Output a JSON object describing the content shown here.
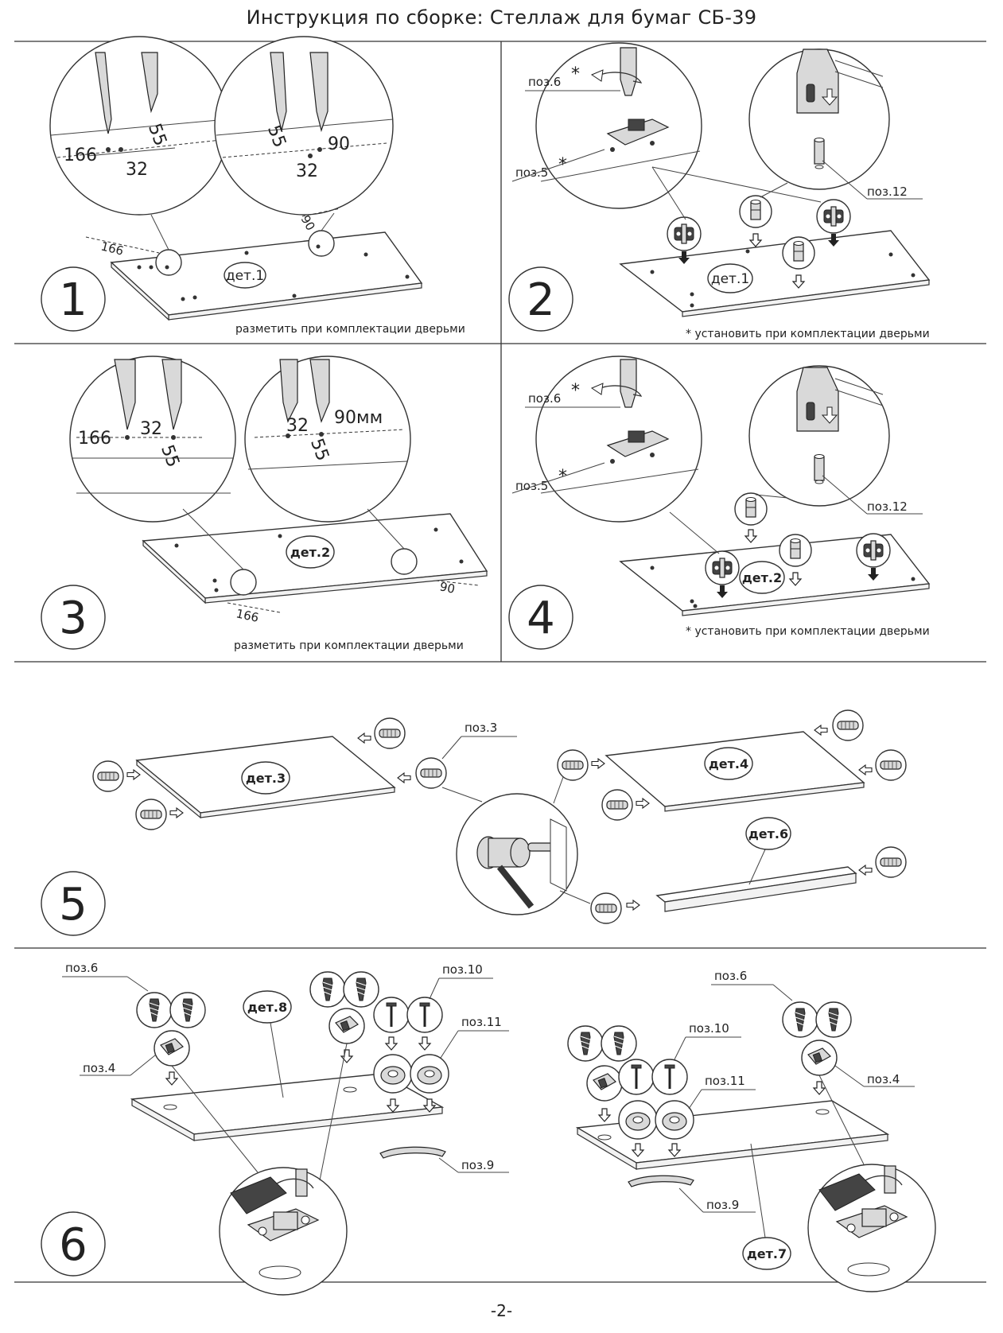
{
  "header": {
    "title": "Инструкция по сборке: Стеллаж для бумаг  СБ-39"
  },
  "footer": {
    "page_number": "-2-"
  },
  "steps": {
    "s1": {
      "number": "1",
      "part": "дет.1",
      "note": "разметить при комплектации дверьми",
      "dim_166": "166",
      "dim_32a": "32",
      "dim_55a": "55",
      "dim_55b": "55",
      "dim_90": "90",
      "dim_32b": "32",
      "panel_dim_166": "166",
      "panel_dim_90": "90"
    },
    "s2": {
      "number": "2",
      "part": "дет.1",
      "pos6": "поз.6",
      "pos5": "поз.5",
      "pos12": "поз.12",
      "asterisk": "*",
      "note": "* установить при комплектации дверьми"
    },
    "s3": {
      "number": "3",
      "part": "дет.2",
      "note": "разметить при комплектации дверьми",
      "dim_166": "166",
      "dim_32a": "32",
      "dim_55a": "55",
      "dim_32b": "32",
      "dim_90": "90мм",
      "dim_55b": "55",
      "panel_dim_166": "166",
      "panel_dim_90": "90"
    },
    "s4": {
      "number": "4",
      "part": "дет.2",
      "pos6": "поз.6",
      "pos5": "поз.5",
      "pos12": "поз.12",
      "asterisk": "*",
      "note": "* установить при комплектации дверьми"
    },
    "s5": {
      "number": "5",
      "part3": "дет.3",
      "part4": "дет.4",
      "part6": "дет.6",
      "pos3": "поз.3"
    },
    "s6": {
      "number": "6",
      "part8": "дет.8",
      "part7": "дет.7",
      "pos6_left": "поз.6",
      "pos4_left": "поз.4",
      "pos10_left": "поз.10",
      "pos11_left": "поз.11",
      "pos9_left": "поз.9",
      "pos6_right": "поз.6",
      "pos4_right": "поз.4",
      "pos10_right": "поз.10",
      "pos11_right": "поз.11",
      "pos9_right": "поз.9"
    }
  },
  "icons": [
    "drill-bit-icon",
    "screwdriver-icon",
    "hammer-icon",
    "screw-icon",
    "dowel-icon",
    "hinge-icon",
    "cap-icon",
    "handle-icon",
    "arrow-icon"
  ]
}
